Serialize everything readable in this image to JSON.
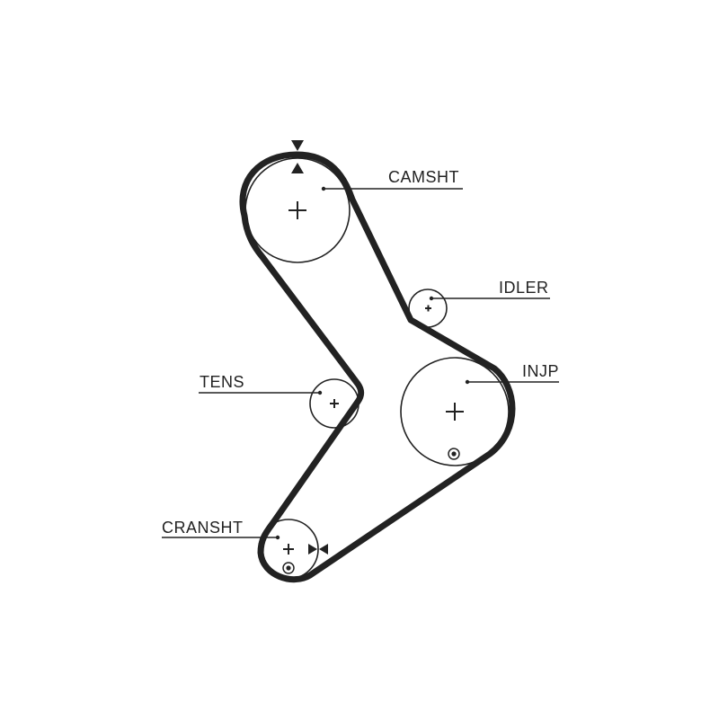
{
  "colors": {
    "belt": "#222222",
    "line": "#222222",
    "background": "#ffffff"
  },
  "labels": {
    "camshaft": "CAMSHT",
    "idler": "IDLER",
    "injection_pump": "INJP",
    "tensioner": "TENS",
    "crankshaft": "CRANSHT"
  },
  "markers": [
    "timing-mark-top-icon",
    "timing-mark-crank-icon",
    "crosshair-icon",
    "bullseye-icon"
  ]
}
